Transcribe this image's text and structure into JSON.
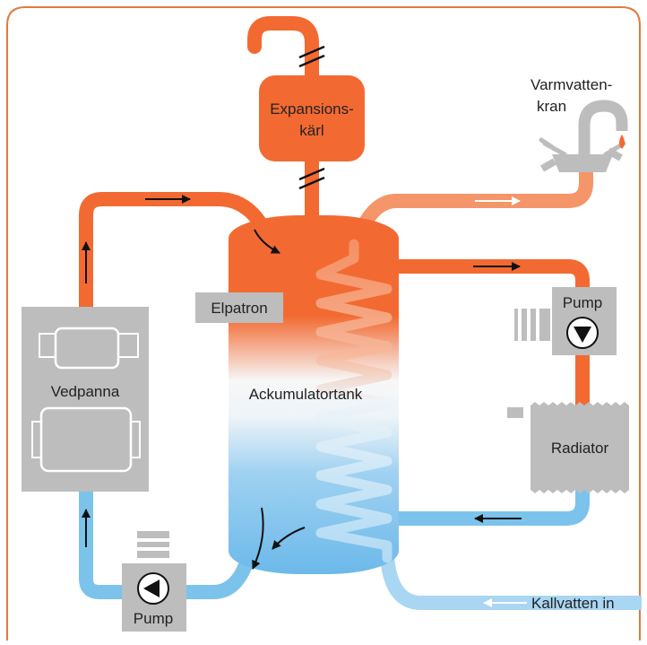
{
  "diagram": {
    "labels": {
      "expansion_line1": "Expansions-",
      "expansion_line2": "kärl",
      "hot_tap_line1": "Varmvatten-",
      "hot_tap_line2": "kran",
      "heater": "Elpatron",
      "tank": "Ackumulatortank",
      "boiler": "Vedpanna",
      "pump_right": "Pump",
      "pump_left": "Pump",
      "radiator": "Radiator",
      "cold_in": "Kallvatten in"
    },
    "colors": {
      "hot": "#f26a32",
      "warm": "#f5956a",
      "cold": "#7cc3ec",
      "cool": "#a9d6f2",
      "gray": "#bdbdbd",
      "frame": "#e07a3c",
      "arrow": "#111111",
      "white": "#ffffff"
    }
  }
}
